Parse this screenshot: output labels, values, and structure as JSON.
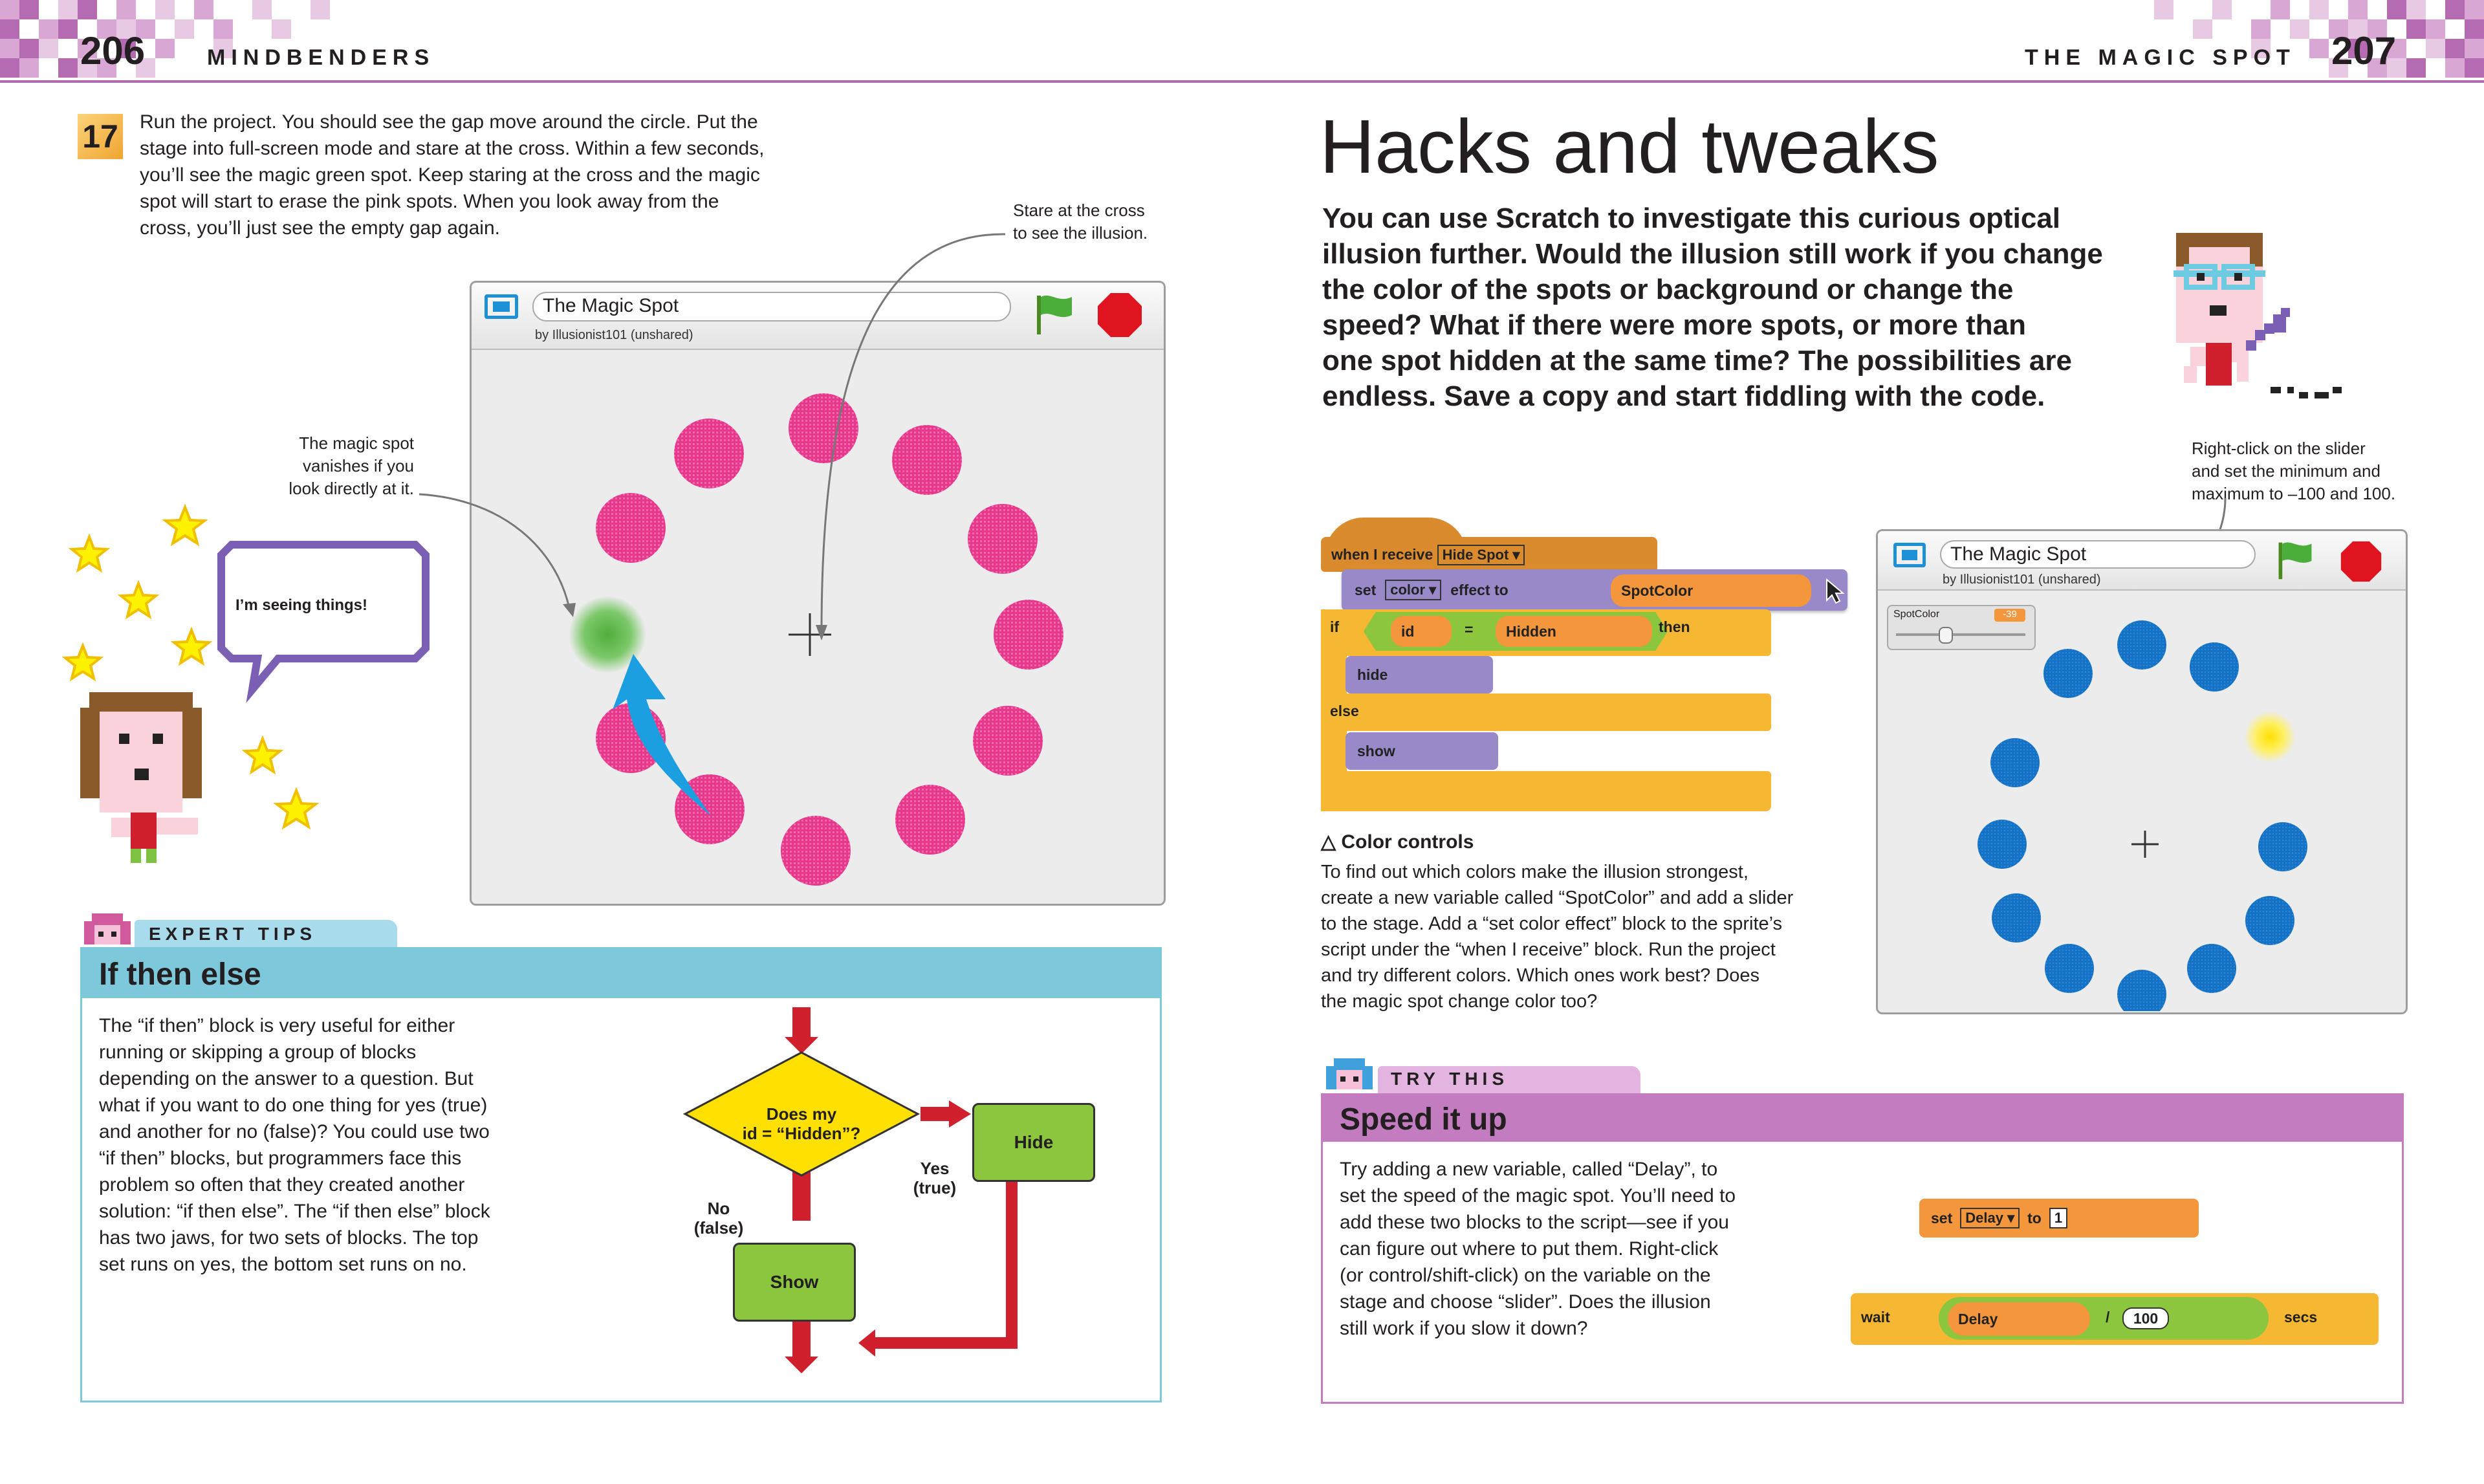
{
  "left_page": {
    "page_number": "206",
    "running_head": "MINDBENDERS",
    "step": {
      "number": "17",
      "lines": [
        "Run the project. You should see the gap move around the circle. Put the",
        "stage into full-screen mode and stare at the cross. Within a few seconds,",
        "you’ll see the magic green spot. Keep staring at the cross and the magic",
        "spot will start to erase the pink spots. When you look away from the",
        "cross, you’ll just see the empty gap again."
      ]
    },
    "callout_cross": [
      "Stare at the cross",
      "to see the illusion."
    ],
    "callout_spot": [
      "The magic spot",
      "vanishes if you",
      "look directly at it."
    ],
    "speech": "I’m seeing things!",
    "stage": {
      "title": "The Magic Spot",
      "byline": "by Illusionist101 (unshared)"
    },
    "expert_tips": {
      "tab": "EXPERT TIPS",
      "title": "If then else",
      "lines": [
        "The “if then” block is very useful for either",
        "running or skipping a group of blocks",
        "depending on the answer to a question. But",
        "what if you want to do one thing for yes (true)",
        "and another for no (false)? You could use two",
        "“if then” blocks, but programmers face this",
        "problem so often that they created another",
        "solution: “if then else”. The “if then else” block",
        "has two jaws, for two sets of blocks. The top",
        "set runs on yes, the bottom set runs on no."
      ],
      "flowchart": {
        "decision_line1": "Does my",
        "decision_line2": "id = “Hidden”?",
        "yes_box": "Hide",
        "no_box": "Show",
        "yes_label_1": "Yes",
        "yes_label_2": "(true)",
        "no_label_1": "No",
        "no_label_2": "(false)"
      }
    }
  },
  "right_page": {
    "page_number": "207",
    "running_head": "THE MAGIC SPOT",
    "heading": "Hacks and tweaks",
    "intro_lines": [
      "You can use Scratch to investigate this curious optical",
      "illusion further. Would the illusion still work if you change",
      "the color of the spots or background or change the",
      "speed? What if there were more spots, or more than",
      "one spot hidden at the same time? The possibilities are",
      "endless. Save a copy and start fiddling with the code."
    ],
    "callout_slider": [
      "Right-click on the slider",
      "and set the minimum and",
      "maximum to –100 and 100."
    ],
    "script": {
      "hat": "when I receive",
      "hat_dropdown": "Hide Spot",
      "set": "set",
      "set_dropdown": "color",
      "effect_to": "effect to",
      "variable": "SpotColor",
      "if": "if",
      "id": "id",
      "equals": "=",
      "hidden": "Hidden",
      "then": "then",
      "hide": "hide",
      "else": "else",
      "show": "show"
    },
    "color_controls": {
      "title": "Color controls",
      "lines": [
        "To find out which colors make the illusion strongest,",
        "create a new variable called “SpotColor” and add a slider",
        "to the stage. Add a “set color effect” block to the sprite’s",
        "script under the “when I receive” block. Run the project",
        "and try different colors. Which ones work best? Does",
        "the magic spot change color too?"
      ]
    },
    "stage": {
      "title": "The Magic Spot",
      "byline": "by Illusionist101 (unshared)",
      "slider_label": "SpotColor",
      "slider_value": "-39"
    },
    "try_this": {
      "tab": "TRY THIS",
      "title": "Speed it up",
      "lines": [
        "Try adding a new variable, called “Delay”, to",
        "set the speed of the magic spot. You’ll need to",
        "add these two blocks to the script—see if you",
        "can figure out where to put them. Right-click",
        "(or control/shift-click) on the variable on the",
        "stage and choose “slider”. Does the illusion",
        "still work if you slow it down?"
      ],
      "set_block": {
        "set": "set",
        "var": "Delay",
        "to": "to",
        "value": "1"
      },
      "wait_block": {
        "wait": "wait",
        "var": "Delay",
        "divide": "/",
        "value": "100",
        "secs": "secs"
      }
    }
  },
  "colors": {
    "accent_purple": "#b06ab0",
    "pink_spot": "#e8388e",
    "blue_spot": "#1572c4",
    "green_spot": "#5cb85c",
    "yellow_spot": "#ffe44d",
    "expert_blue": "#7ec8dc",
    "try_purple": "#c47cc0",
    "event_orange": "#d98b2e",
    "control_yellow": "#f6b733",
    "looks_purple": "#9a89c9",
    "operator_green": "#8cc63f",
    "data_orange": "#f3963c"
  }
}
